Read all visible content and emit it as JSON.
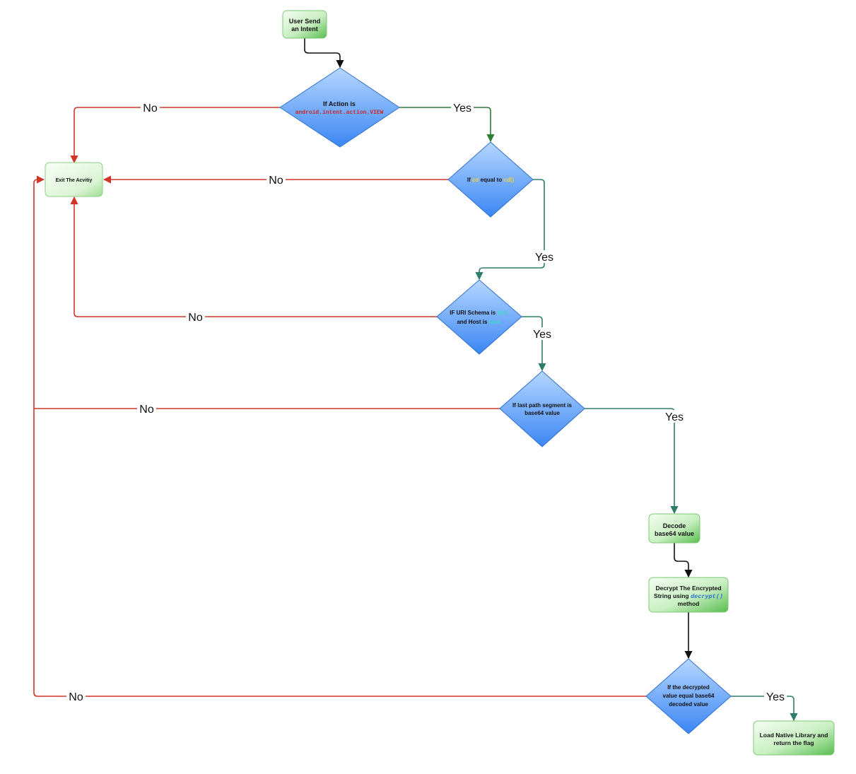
{
  "nodes": {
    "start": {
      "line1": "User Send",
      "line2": "an Intent"
    },
    "exit": {
      "text": "Exit The Acvitiy"
    },
    "action_check": {
      "line1": "If Action is",
      "code": "android.intent.action.VIEW"
    },
    "cd_check": {
      "pre": "If",
      "var": "cd",
      "mid": "equal to",
      "fn": "cd()"
    },
    "uri_check": {
      "line1_pre": "IF URI Schema is",
      "schema": "mhl",
      "line2_pre": "and Host is",
      "host": "labs"
    },
    "path_check": {
      "line1": "If last path segment is",
      "line2": "base64 value"
    },
    "decode": {
      "line1": "Decode",
      "line2": "base64 value"
    },
    "decrypt": {
      "line1": "Decrypt The Encrypted",
      "line2_pre": "String using",
      "fn": "decrypt()",
      "line3": "method"
    },
    "final_check": {
      "line1": "If the decrypted",
      "line2": "value equal base64",
      "line3": "decoded value"
    },
    "flag": {
      "line1": "Load Native Library and",
      "line2": "return the flag"
    }
  },
  "edges": {
    "no1": "No",
    "yes1": "Yes",
    "no2": "No",
    "yes2": "Yes",
    "no3": "No",
    "yes3": "Yes",
    "no4": "No",
    "yes4": "Yes",
    "no5": "No",
    "yes5": "Yes"
  },
  "colors": {
    "no_edge": "#d03528",
    "yes_edge": "#2e7d6b",
    "yes_edge_first": "#2e7d32",
    "plain_edge": "#111111",
    "diamond_top": "#a9d0ff",
    "diamond_bottom": "#3e89f5",
    "box_light": "#ecfbe9",
    "box_dark": "#5ebf53",
    "code_red": "#c62828",
    "highlight_yellow": "#f4d03f",
    "highlight_teal": "#3fd6c9"
  }
}
